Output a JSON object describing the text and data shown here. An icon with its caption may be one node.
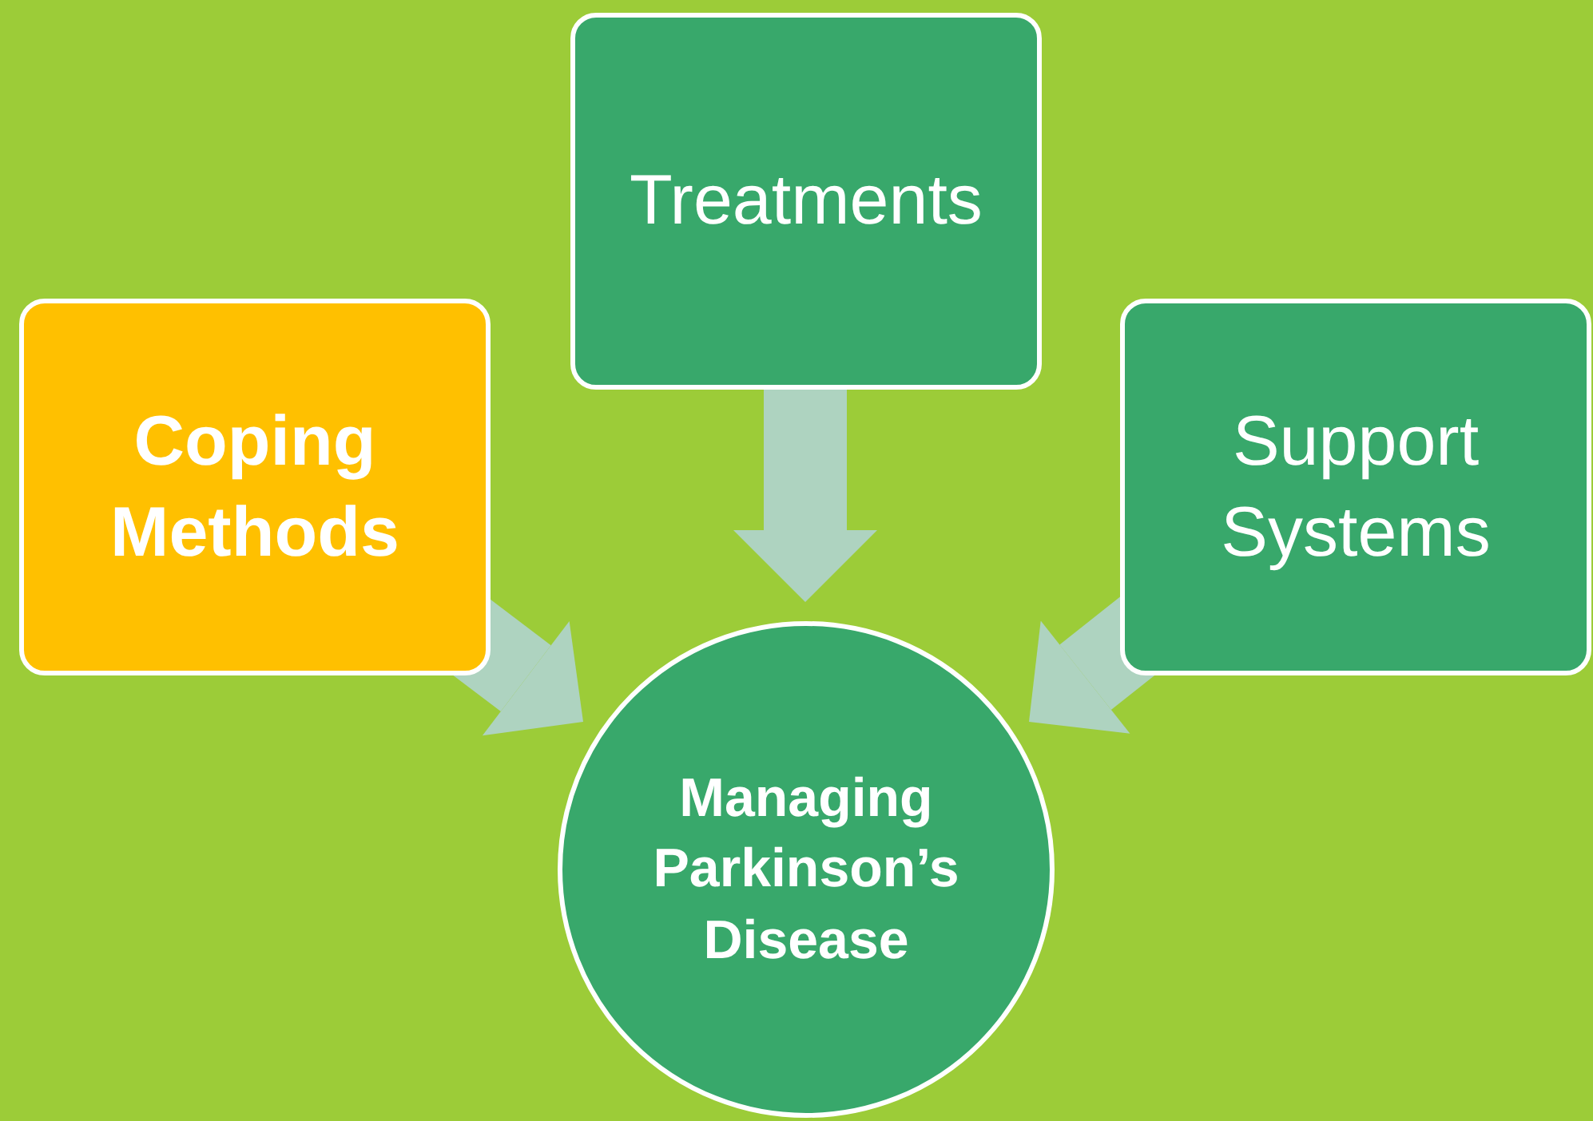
{
  "diagram": {
    "nodes": [
      {
        "text": [
          "Treatments"
        ]
      },
      {
        "text": [
          "Coping Methods"
        ]
      },
      {
        "text": [
          "Support Systems"
        ]
      },
      {
        "text": [
          "Managing Parkinson’s Disease"
        ]
      }
    ],
    "edges": [
      {
        "from": 1,
        "to": 3,
        "arrow": "to"
      },
      {
        "from": 0,
        "to": 3,
        "arrow": "to"
      },
      {
        "from": 2,
        "to": 3,
        "arrow": "to"
      }
    ]
  }
}
